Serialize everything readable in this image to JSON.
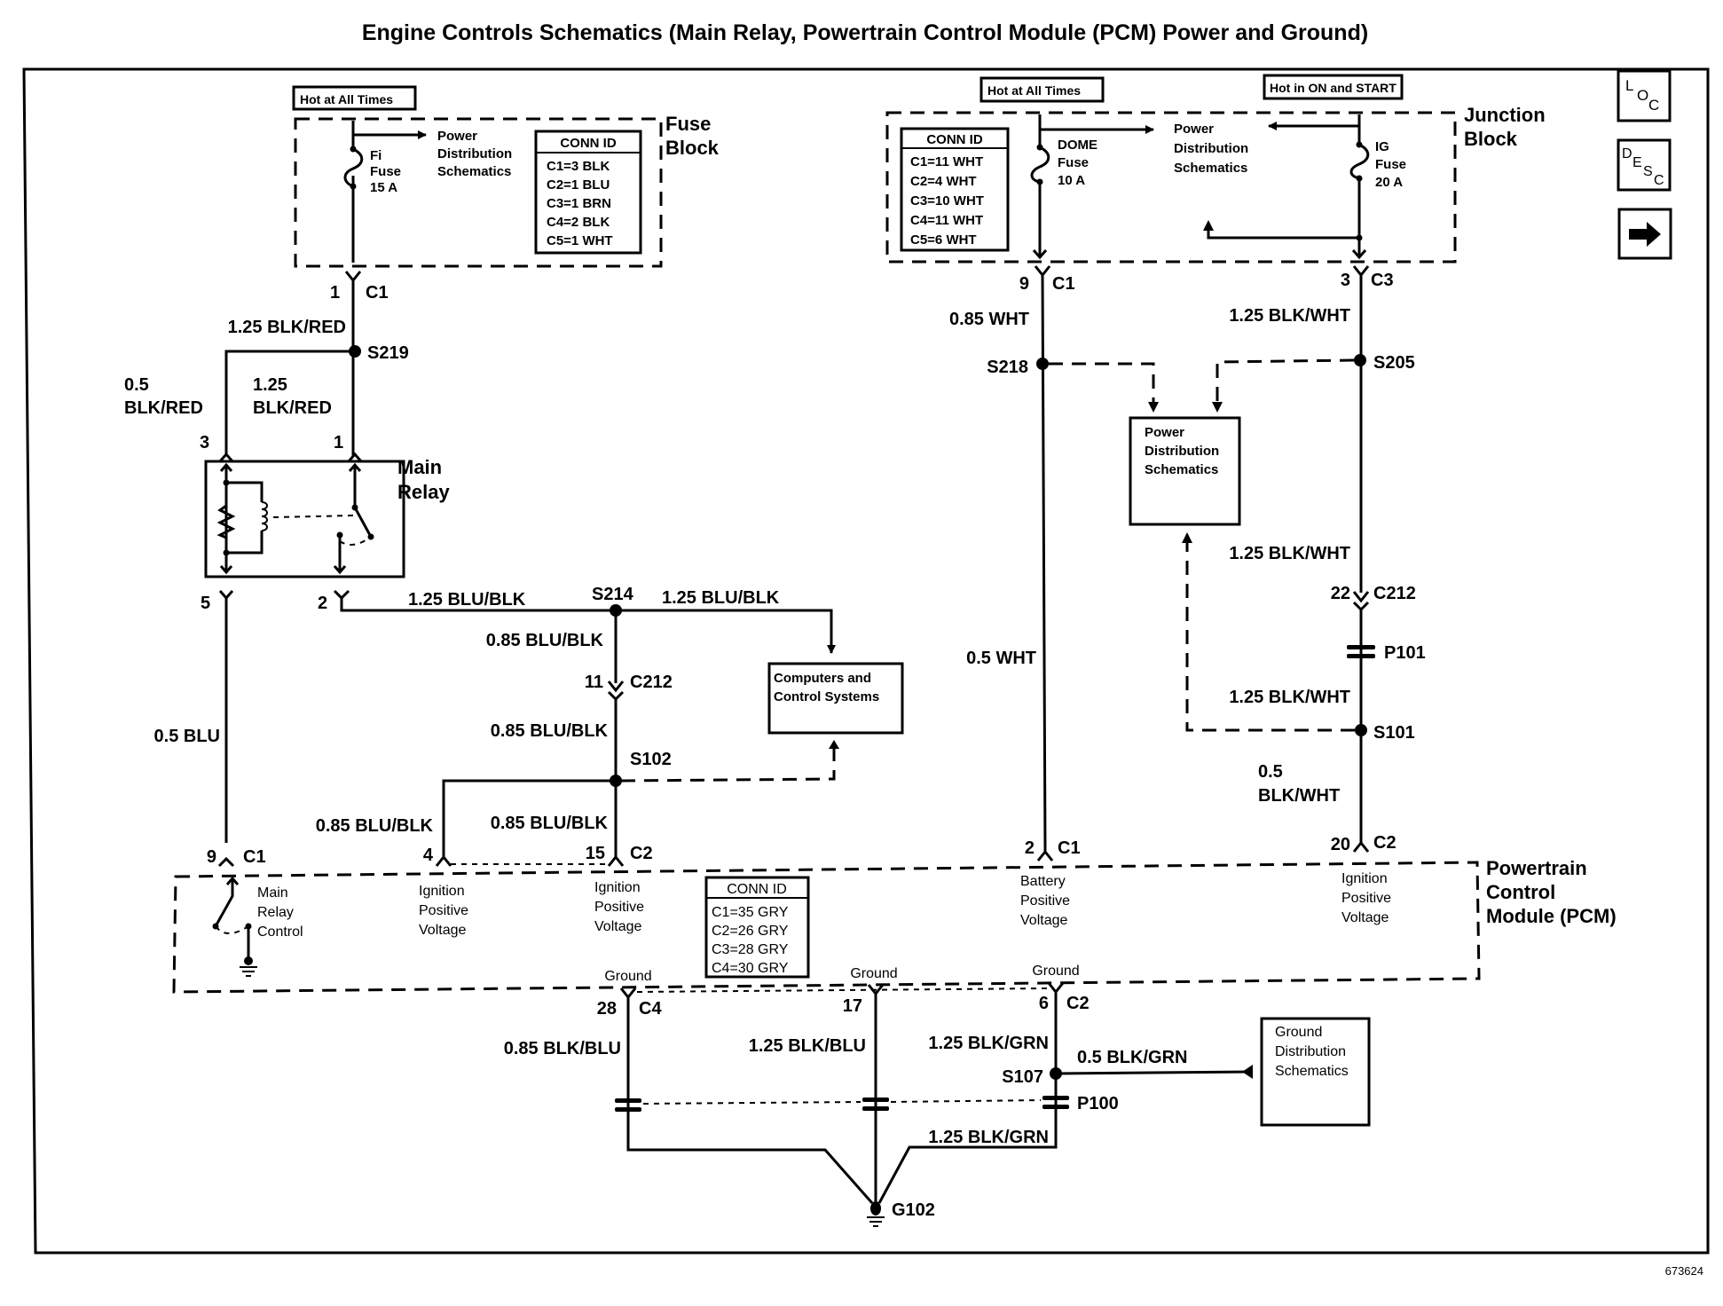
{
  "title": "Engine Controls Schematics (Main Relay, Powertrain Control Module (PCM) Power and Ground)",
  "figure_id": "673624",
  "nav_buttons": [
    {
      "name": "loc",
      "letters": [
        "L",
        "O",
        "C"
      ]
    },
    {
      "name": "desc",
      "letters": [
        "D",
        "E",
        "S",
        "C"
      ]
    },
    {
      "name": "next",
      "icon": "right-arrow-icon"
    }
  ],
  "fuse_block": {
    "label_line1": "Fuse",
    "label_line2": "Block",
    "power_tag": "Hot at All Times",
    "fuse_name": "Fi",
    "fuse_word": "Fuse",
    "fuse_rating": "15 A",
    "ref_line1": "Power",
    "ref_line2": "Distribution",
    "ref_line3": "Schematics",
    "conn_id_title": "CONN ID",
    "conn_ids": [
      "C1=3 BLK",
      "C2=1 BLU",
      "C3=1 BRN",
      "C4=2 BLK",
      "C5=1 WHT"
    ],
    "out_pin": "1",
    "out_conn": "C1"
  },
  "junction_block": {
    "label_line1": "Junction",
    "label_line2": "Block",
    "tag_left": "Hot at All Times",
    "tag_right": "Hot in ON and START",
    "conn_id_title": "CONN ID",
    "conn_ids": [
      "C1=11 WHT",
      "C2=4 WHT",
      "C3=10 WHT",
      "C4=11 WHT",
      "C5=6 WHT"
    ],
    "dome_fuse_name": "DOME",
    "dome_fuse_word": "Fuse",
    "dome_fuse_rating": "10 A",
    "ig_fuse_name": "IG",
    "ig_fuse_word": "Fuse",
    "ig_fuse_rating": "20 A",
    "ref_line1": "Power",
    "ref_line2": "Distribution",
    "ref_line3": "Schematics",
    "left_pin": "9",
    "left_conn": "C1",
    "right_pin": "3",
    "right_conn": "C3"
  },
  "main_relay": {
    "label_line1": "Main",
    "label_line2": "Relay",
    "pin_3": "3",
    "pin_1": "1",
    "pin_5": "5",
    "pin_2": "2"
  },
  "wires": {
    "fi_out": "1.25 BLK/RED",
    "relay_3_line1": "0.5",
    "relay_3_line2": "BLK/RED",
    "relay_1_line1": "1.25",
    "relay_1_line2": "BLK/RED",
    "relay_5": "0.5 BLU",
    "relay_2": "1.25 BLU/BLK",
    "s214_right": "1.25 BLU/BLK",
    "s214_down": "0.85 BLU/BLK",
    "c212_down": "0.85 BLU/BLK",
    "s102_left": "0.85 BLU/BLK",
    "s102_down": "0.85 BLU/BLK",
    "dome_out": "0.85 WHT",
    "s218_down": "0.5 WHT",
    "ig_out": "1.25 BLK/WHT",
    "s205_down": "1.25 BLK/WHT",
    "p101_down": "1.25 BLK/WHT",
    "s101_line1": "0.5",
    "s101_line2": "BLK/WHT",
    "gnd_28": "0.85 BLK/BLU",
    "gnd_17": "1.25 BLK/BLU",
    "gnd_6": "1.25 BLK/GRN",
    "s107_right": "0.5 BLK/GRN",
    "p100_down": "1.25 BLK/GRN"
  },
  "splices": {
    "s219": "S219",
    "s214": "S214",
    "s102": "S102",
    "s218": "S218",
    "s205": "S205",
    "s101": "S101",
    "s107": "S107"
  },
  "connectors": {
    "c212_left_pin": "11",
    "c212_left_conn": "C212",
    "c212_right_pin": "22",
    "c212_right_conn": "C212",
    "p101": "P101",
    "p100": "P100",
    "g102": "G102"
  },
  "computers_box": {
    "line1": "Computers and",
    "line2": "Control Systems"
  },
  "pds_box": {
    "line1": "Power",
    "line2": "Distribution",
    "line3": "Schematics"
  },
  "gds_box": {
    "line1": "Ground",
    "line2": "Distribution",
    "line3": "Schematics"
  },
  "pcm": {
    "label_line1": "Powertrain",
    "label_line2": "Control",
    "label_line3": "Module (PCM)",
    "conn_id_title": "CONN ID",
    "conn_ids": [
      "C1=35 GRY",
      "C2=26 GRY",
      "C3=28 GRY",
      "C4=30 GRY"
    ],
    "pins": {
      "main_relay_ctrl": {
        "pin": "9",
        "conn": "C1",
        "l1": "Main",
        "l2": "Relay",
        "l3": "Control"
      },
      "ign_4": {
        "pin": "4",
        "l1": "Ignition",
        "l2": "Positive",
        "l3": "Voltage"
      },
      "ign_15": {
        "pin": "15",
        "conn": "C2",
        "l1": "Ignition",
        "l2": "Positive",
        "l3": "Voltage"
      },
      "batt_2": {
        "pin": "2",
        "conn": "C1",
        "l1": "Battery",
        "l2": "Positive",
        "l3": "Voltage"
      },
      "ign_20": {
        "pin": "20",
        "conn": "C2",
        "l1": "Ignition",
        "l2": "Positive",
        "l3": "Voltage"
      },
      "gnd_28": {
        "pin": "28",
        "conn": "C4",
        "label": "Ground"
      },
      "gnd_17": {
        "pin": "17",
        "label": "Ground"
      },
      "gnd_6": {
        "pin": "6",
        "conn": "C2",
        "label": "Ground"
      }
    }
  }
}
